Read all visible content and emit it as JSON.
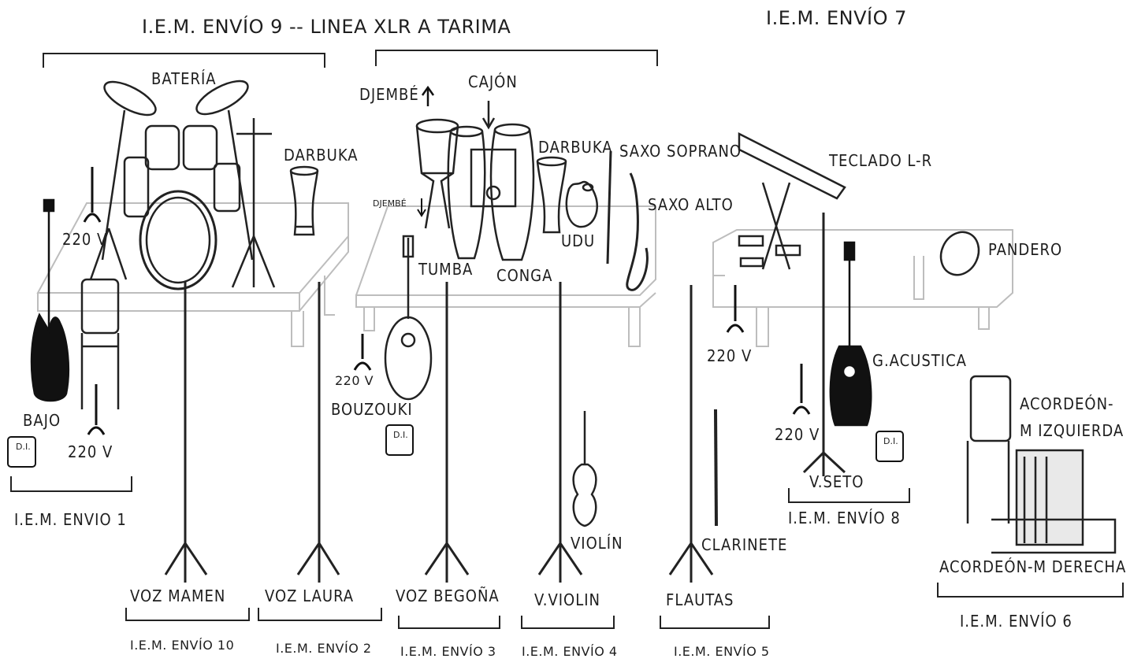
{
  "headers": {
    "iem9": "I.E.M. ENVÍO 9 --  LINEA XLR A TARIMA",
    "iem7": "I.E.M. ENVÍO 7"
  },
  "instruments": {
    "bateria": "BATERÍA",
    "darbuka_left": "DARBUKA",
    "bajo": "BAJO",
    "djembe_up": "DJEMBÉ",
    "djembe_down": "DJEMBÉ",
    "cajon": "CAJÓN",
    "darbuka_mid": "DARBUKA",
    "saxo_soprano": "SAXO SOPRANO",
    "saxo_alto": "SAXO ALTO",
    "udu": "UDU",
    "tumba": "TUMBA",
    "conga": "CONGA",
    "bouzouki": "BOUZOUKI",
    "violin": "VIOLÍN",
    "clarinete": "CLARINETE",
    "teclado": "TECLADO L-R",
    "pandero": "PANDERO",
    "gacustica": "G.ACUSTICA",
    "acordeon_izq": "ACORDEÓN-\nM IZQUIERDA",
    "acordeon_der": "ACORDEÓN-M DERECHA"
  },
  "power": {
    "p1": "220 V",
    "p2": "220 V",
    "p3": "220 V",
    "p4": "220 V",
    "p5": "220 V"
  },
  "di_box": "D.I.",
  "vocals": {
    "voz_mamen": "VOZ MAMEN",
    "voz_laura": "VOZ LAURA",
    "voz_begona": "VOZ BEGOÑA",
    "v_violin": "V.VIOLIN",
    "flautas": "FLAUTAS",
    "v_seto": "V.SETO"
  },
  "sends": {
    "envio1": "I.E.M. ENVIO 1",
    "envio10": "I.E.M. ENVÍO 10",
    "envio2": "I.E.M. ENVÍO 2",
    "envio3": "I.E.M. ENVÍO 3",
    "envio4": "I.E.M. ENVÍO 4",
    "envio5": "I.E.M. ENVÍO 5",
    "envio8": "I.E.M. ENVÍO 8",
    "envio6": "I.E.M. ENVÍO 6"
  }
}
